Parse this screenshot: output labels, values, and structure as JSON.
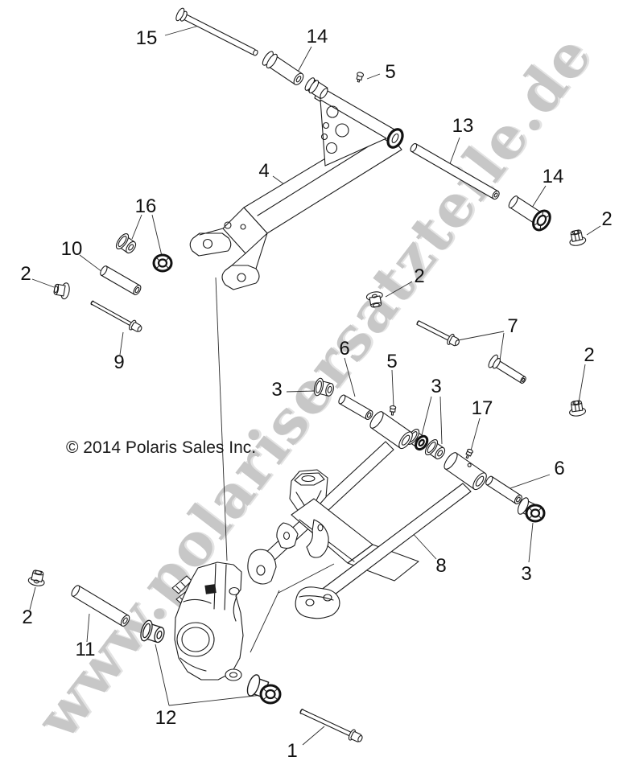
{
  "watermark": "www.polarisersatzteile.de",
  "copyright": "© 2014 Polaris Sales Inc.",
  "callouts": [
    {
      "label": "15"
    },
    {
      "label": "14"
    },
    {
      "label": "5"
    },
    {
      "label": "4"
    },
    {
      "label": "13"
    },
    {
      "label": "14"
    },
    {
      "label": "2"
    },
    {
      "label": "16"
    },
    {
      "label": "10"
    },
    {
      "label": "2"
    },
    {
      "label": "9"
    },
    {
      "label": "2"
    },
    {
      "label": "7"
    },
    {
      "label": "2"
    },
    {
      "label": "5"
    },
    {
      "label": "3"
    },
    {
      "label": "6"
    },
    {
      "label": "3"
    },
    {
      "label": "17"
    },
    {
      "label": "6"
    },
    {
      "label": "3"
    },
    {
      "label": "8"
    },
    {
      "label": "2"
    },
    {
      "label": "11"
    },
    {
      "label": "12"
    },
    {
      "label": "1"
    }
  ]
}
